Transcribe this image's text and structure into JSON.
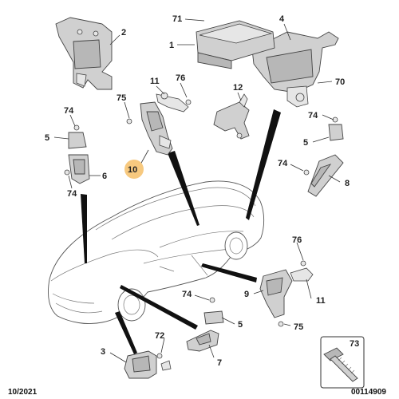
{
  "diagram": {
    "callouts": [
      {
        "id": "c71",
        "text": "71"
      },
      {
        "id": "c1",
        "text": "1"
      },
      {
        "id": "c4",
        "text": "4"
      },
      {
        "id": "c2",
        "text": "2"
      },
      {
        "id": "c70",
        "text": "70"
      },
      {
        "id": "c11a",
        "text": "11"
      },
      {
        "id": "c76a",
        "text": "76"
      },
      {
        "id": "c75a",
        "text": "75"
      },
      {
        "id": "c12",
        "text": "12"
      },
      {
        "id": "c74a",
        "text": "74"
      },
      {
        "id": "c74b",
        "text": "74"
      },
      {
        "id": "c5a",
        "text": "5"
      },
      {
        "id": "c5b",
        "text": "5"
      },
      {
        "id": "c74c",
        "text": "74"
      },
      {
        "id": "c74d",
        "text": "74"
      },
      {
        "id": "c8",
        "text": "8"
      },
      {
        "id": "c6",
        "text": "6"
      },
      {
        "id": "c10",
        "text": "10"
      },
      {
        "id": "c76b",
        "text": "76"
      },
      {
        "id": "c9",
        "text": "9"
      },
      {
        "id": "c11b",
        "text": "11"
      },
      {
        "id": "c75b",
        "text": "75"
      },
      {
        "id": "c74e",
        "text": "74"
      },
      {
        "id": "c5c",
        "text": "5"
      },
      {
        "id": "c72",
        "text": "72"
      },
      {
        "id": "c3",
        "text": "3"
      },
      {
        "id": "c7",
        "text": "7"
      },
      {
        "id": "c73",
        "text": "73"
      }
    ]
  },
  "footer": {
    "date": "10/2021",
    "ref": "00114909"
  }
}
